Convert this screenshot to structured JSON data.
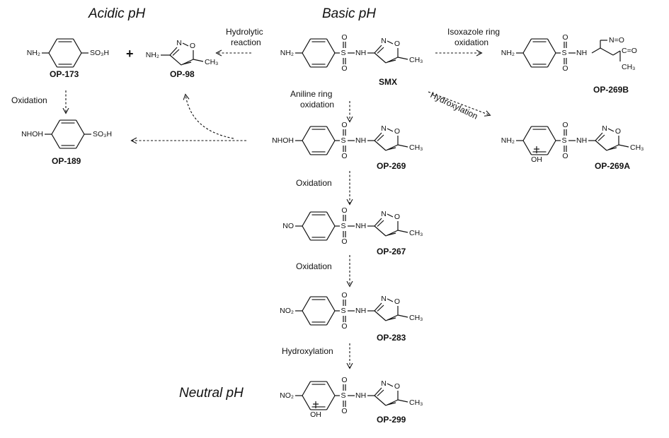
{
  "headings": {
    "acidic": "Acidic pH",
    "basic": "Basic pH",
    "neutral": "Neutral pH"
  },
  "plus_sign": "+",
  "reactions": {
    "hydrolytic_1": "Hydrolytic",
    "hydrolytic_2": "reaction",
    "isox_ox_1": "Isoxazole ring",
    "isox_ox_2": "oxidation",
    "aniline_ox_1": "Aniline ring",
    "aniline_ox_2": "oxidation",
    "oxidation": "Oxidation",
    "hydroxylation": "Hydroxylation"
  },
  "compounds": {
    "op173": "OP-173",
    "op98": "OP-98",
    "smx": "SMX",
    "op269b": "OP-269B",
    "op189": "OP-189",
    "op269": "OP-269",
    "op269a": "OP-269A",
    "op267": "OP-267",
    "op283": "OP-283",
    "op299": "OP-299"
  },
  "atoms": {
    "nh2": "NH₂",
    "so3h": "SO₃H",
    "nhoh": "NHOH",
    "no": "NO",
    "no2": "NO₂",
    "s": "S",
    "o": "O",
    "nh": "NH",
    "n": "N",
    "ch3": "CH₃",
    "oh": "OH",
    "noso": "N=O",
    "co": "C=O",
    "isox_n": "N",
    "isox_o": "O"
  }
}
